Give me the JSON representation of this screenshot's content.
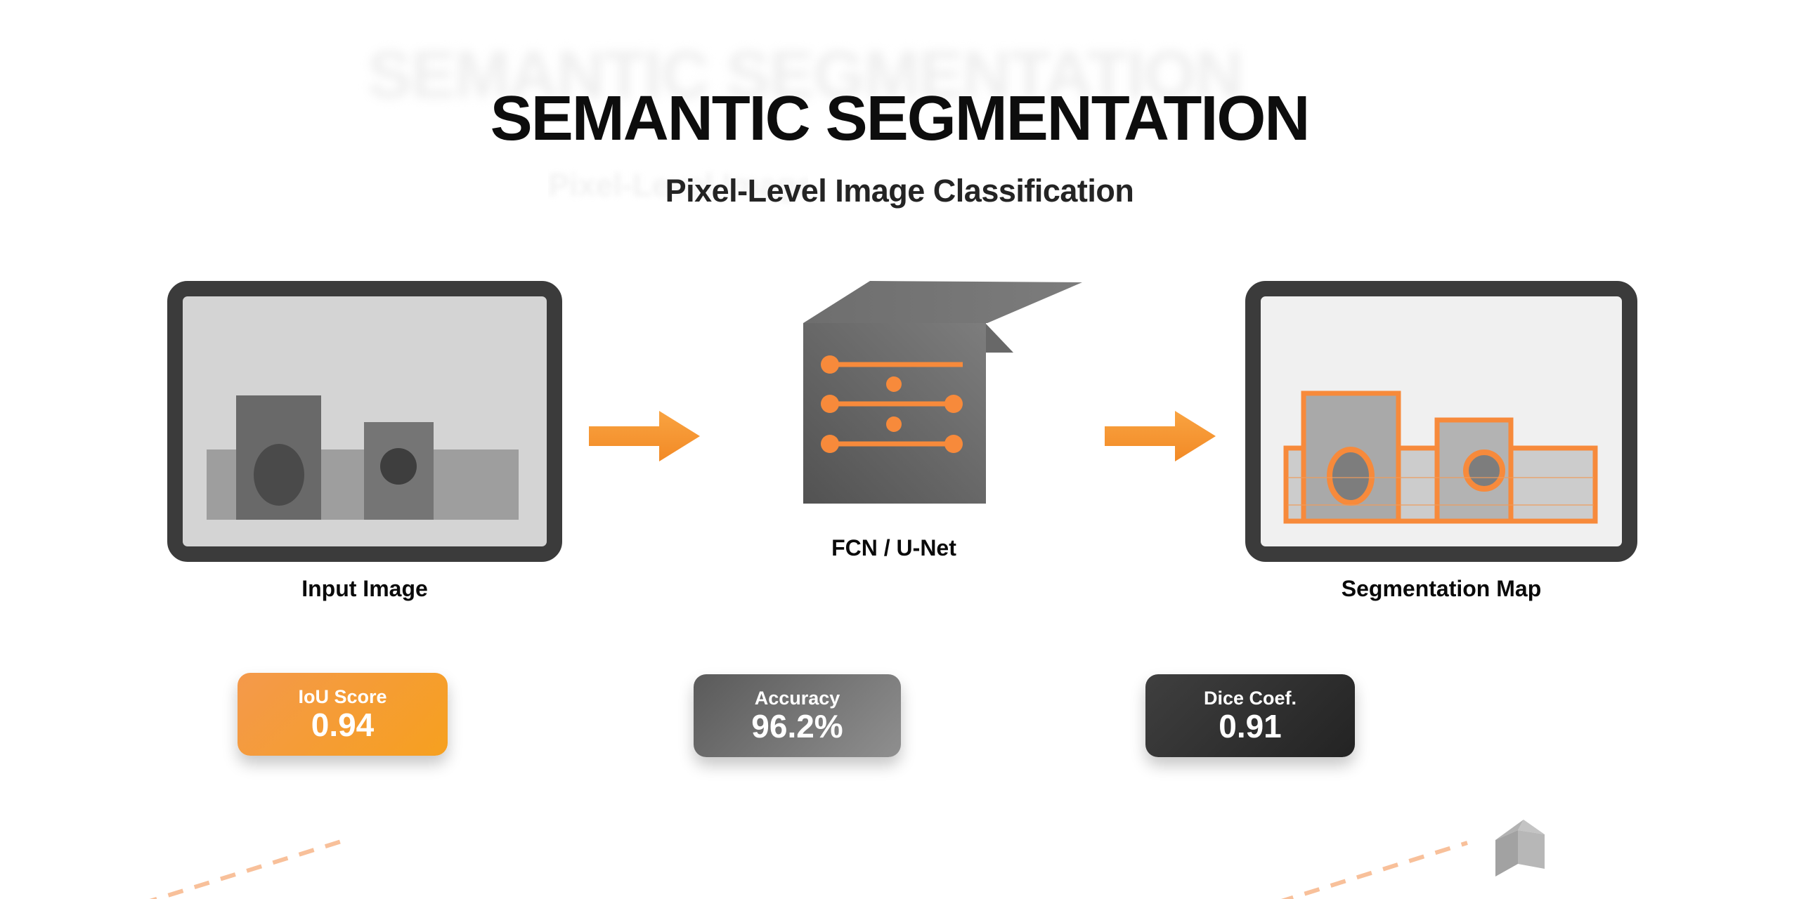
{
  "slide": {
    "title": "SEMANTIC SEGMENTATION",
    "subtitle": "Pixel-Level Image Classification"
  },
  "pipeline": {
    "stages": [
      {
        "label": "Input Image",
        "icon": "photo-frame-icon"
      },
      {
        "label": "FCN / U-Net",
        "icon": "neural-network-box-icon"
      },
      {
        "label": "Segmentation Map",
        "icon": "segmented-photo-frame-icon"
      }
    ],
    "arrow_icon": "arrow-right-icon"
  },
  "metrics": [
    {
      "label": "IoU Score",
      "value": "0.94",
      "color": "#f6a01f"
    },
    {
      "label": "Accuracy",
      "value": "96.2%",
      "color": "#6e6e6e"
    },
    {
      "label": "Dice Coef.",
      "value": "0.91",
      "color": "#2e2e2e"
    }
  ],
  "colors": {
    "accent_orange": "#f78a3b",
    "dash_orange": "#f8c09a",
    "frame_dark": "#3b3b3b",
    "input_panel_bg": "#d4d4d4",
    "output_panel_bg": "#f0f0f0"
  },
  "decorations": {
    "bookmark_icon": "bookmark-icon",
    "dashed_line_count": 2
  }
}
